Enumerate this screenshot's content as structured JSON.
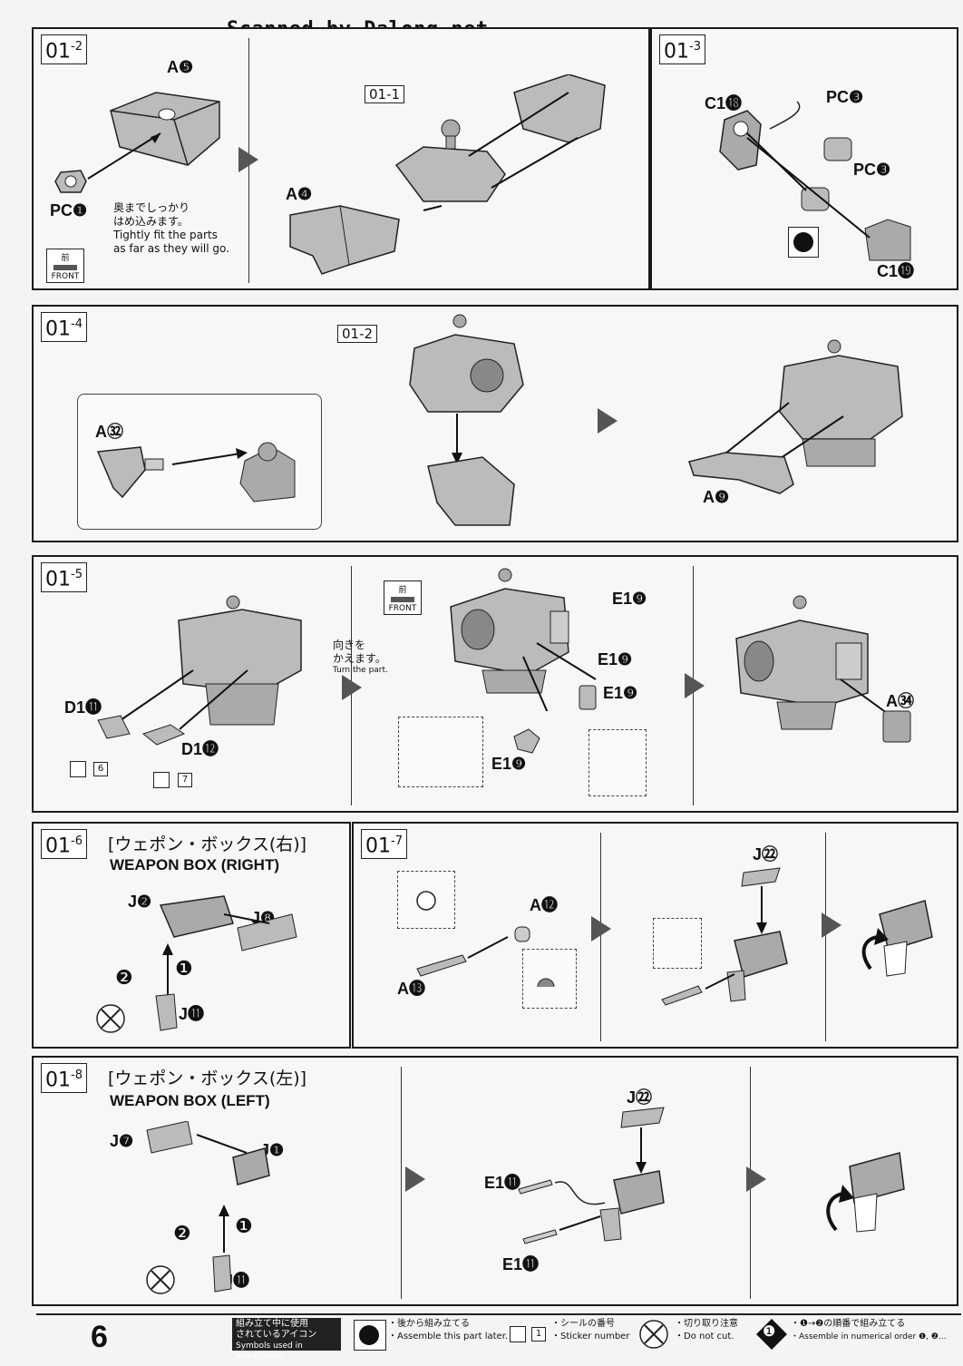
{
  "watermark": "Scanned by Dalong.net",
  "page_number": "6",
  "steps": {
    "s01_2": {
      "num": "01",
      "sub": "-2",
      "labels": {
        "a5": "A❺",
        "pc1": "PC❶",
        "a4": "A❹",
        "ref": "01-1"
      },
      "note_jp": "奥までしっかり\nはめ込みます。",
      "note_en": "Tightly fit the parts\nas far as they will go.",
      "front_jp": "前",
      "front_en": "FRONT"
    },
    "s01_3": {
      "num": "01",
      "sub": "-3",
      "labels": {
        "c18": "C1⓲",
        "pc3a": "PC❸",
        "pc3b": "PC❸",
        "c19": "C1⓳"
      }
    },
    "s01_4": {
      "num": "01",
      "sub": "-4",
      "labels": {
        "ref": "01-2",
        "a32": "A㉜",
        "a9": "A❾"
      }
    },
    "s01_5": {
      "num": "01",
      "sub": "-5",
      "labels": {
        "d11": "D1⓫",
        "d12": "D1⓬",
        "e19a": "E1❾",
        "e19b": "E1❾",
        "e19c": "E1❾",
        "e19d": "E1❾",
        "a34": "A㉞"
      },
      "sticker6": "6",
      "sticker7": "7",
      "turn_jp": "向きを\nかえます。",
      "turn_en": "Turn the part.",
      "front_jp": "前",
      "front_en": "FRONT"
    },
    "s01_6": {
      "num": "01",
      "sub": "-6",
      "title_jp": "[ウェポン・ボックス(右)]",
      "title_en": "WEAPON BOX (RIGHT)",
      "labels": {
        "j2": "J❷",
        "j8": "J❽",
        "j11": "J⓫",
        "o1": "❶",
        "o2": "❷"
      }
    },
    "s01_7": {
      "num": "01",
      "sub": "-7",
      "labels": {
        "a12": "A⓬",
        "a13": "A⓭",
        "j22": "J㉒"
      }
    },
    "s01_8": {
      "num": "01",
      "sub": "-8",
      "title_jp": "[ウェポン・ボックス(左)]",
      "title_en": "WEAPON BOX (LEFT)",
      "labels": {
        "j7": "J❼",
        "j1": "J❶",
        "j11": "J⓫",
        "o1": "❶",
        "o2": "❷",
        "j22": "J㉒",
        "e11a": "E1⓫",
        "e11b": "E1⓫"
      }
    }
  },
  "legend": {
    "head_jp": "組み立て中に使用\nされているアイコン",
    "head_en": "Symbols used in instructions",
    "later_jp": "・後から組み立てる",
    "later_en": "・Assemble this part later.",
    "sticker_box": "1",
    "sticker_jp": "・シールの番号",
    "sticker_en": "・Sticker number",
    "nocut_jp": "・切り取り注意",
    "nocut_en": "・Do not cut.",
    "order_jp": "・❶→❷の順番で組み立てる",
    "order_en": "・Assemble in numerical order ❶, ❷...",
    "order_icon": "❶"
  }
}
